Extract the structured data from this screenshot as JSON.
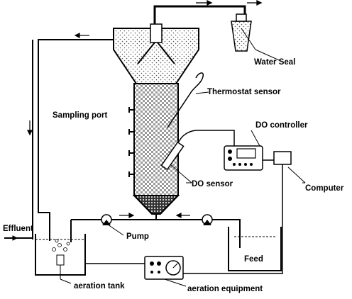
{
  "labels": {
    "water_seal": "Water Seal",
    "thermostat_sensor": "Thermostat sensor",
    "sampling_port": "Sampling port",
    "do_controller": "DO controller",
    "do_sensor": "DO sensor",
    "computer": "Computer",
    "effluent": "Effluent",
    "pump": "Pump",
    "feed": "Feed",
    "aeration_tank": "aeration tank",
    "aeration_equipment": "aeration equipment"
  }
}
